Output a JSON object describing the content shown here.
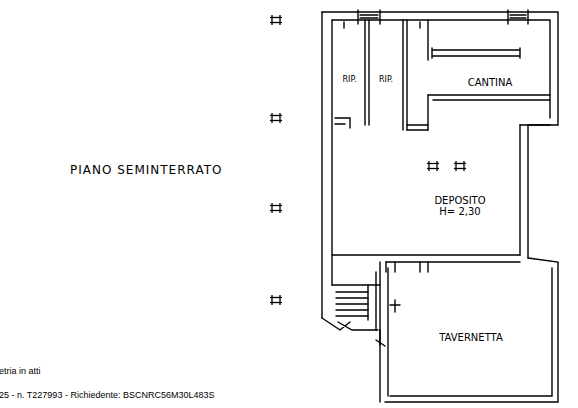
{
  "diagram": {
    "nodes": [
      {
        "text": [
          "RIP."
        ]
      },
      {
        "text": [
          "RIP."
        ]
      },
      {
        "text": [
          "CANTINA"
        ]
      },
      {
        "text": [
          "DEPOSITO",
          "H= 2,30"
        ]
      },
      {
        "text": [
          "TAVERNETTA"
        ]
      }
    ],
    "labels": [
      "PIANO SEMINTERRATO",
      "etria in atti",
      "25 - n. T227993 - Richiedente: BSCNRC56M30L483S"
    ]
  }
}
